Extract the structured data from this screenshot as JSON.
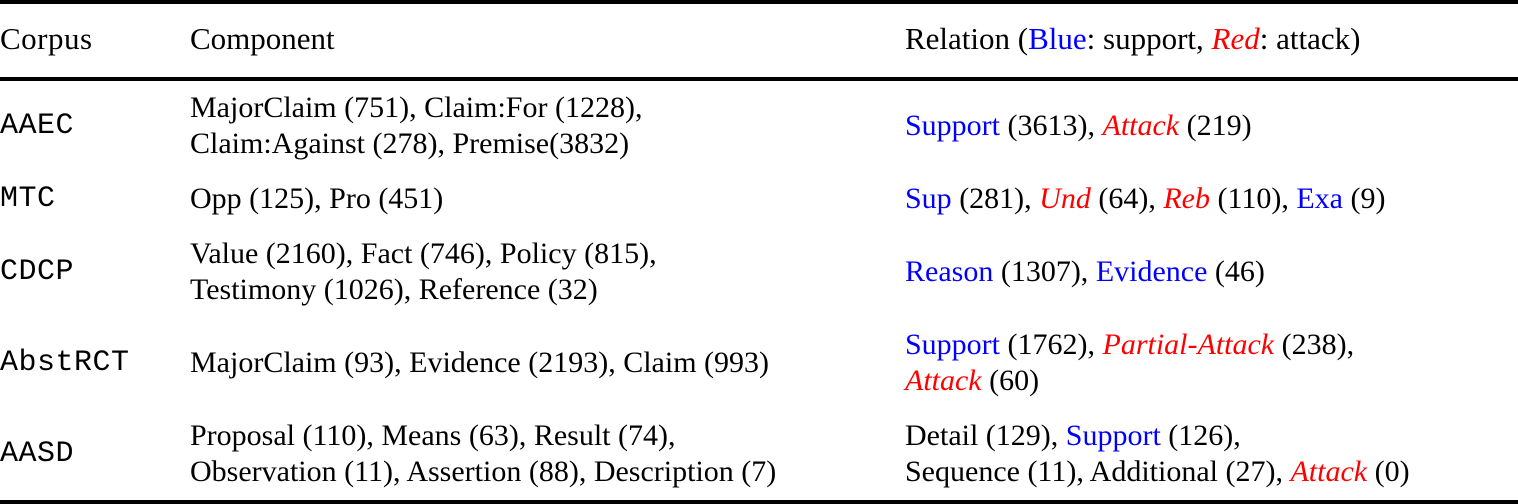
{
  "table": {
    "caption_colors": {
      "support": "#0000FF",
      "attack": "#FF0000"
    },
    "headers": {
      "corpus": "Corpus",
      "component": "Component",
      "relation_prefix": "Relation (",
      "relation_blue": "Blue",
      "relation_mid": ": support, ",
      "relation_red": "Red",
      "relation_suffix": ": attack)"
    },
    "rows": [
      {
        "corpus": "AAEC",
        "component_lines": [
          "MajorClaim (751), Claim:For (1228),",
          "Claim:Against (278), Premise(3832)"
        ],
        "relation_lines": [
          [
            {
              "text": "Support",
              "color": "blue"
            },
            {
              "text": " (3613), ",
              "color": "plain"
            },
            {
              "text": "Attack",
              "color": "red"
            },
            {
              "text": " (219)",
              "color": "plain"
            }
          ]
        ]
      },
      {
        "corpus": "MTC",
        "component_lines": [
          "Opp (125), Pro (451)"
        ],
        "relation_lines": [
          [
            {
              "text": "Sup",
              "color": "blue"
            },
            {
              "text": " (281), ",
              "color": "plain"
            },
            {
              "text": "Und",
              "color": "red"
            },
            {
              "text": " (64), ",
              "color": "plain"
            },
            {
              "text": "Reb",
              "color": "red"
            },
            {
              "text": " (110), ",
              "color": "plain"
            },
            {
              "text": "Exa",
              "color": "blue"
            },
            {
              "text": " (9)",
              "color": "plain"
            }
          ]
        ]
      },
      {
        "corpus": "CDCP",
        "component_lines": [
          "Value (2160), Fact (746), Policy (815),",
          "Testimony (1026), Reference (32)"
        ],
        "relation_lines": [
          [
            {
              "text": "Reason",
              "color": "blue"
            },
            {
              "text": " (1307), ",
              "color": "plain"
            },
            {
              "text": "Evidence",
              "color": "blue"
            },
            {
              "text": " (46)",
              "color": "plain"
            }
          ]
        ]
      },
      {
        "corpus": "AbstRCT",
        "component_lines": [
          "MajorClaim (93), Evidence (2193), Claim (993)"
        ],
        "relation_lines": [
          [
            {
              "text": "Support",
              "color": "blue"
            },
            {
              "text": " (1762), ",
              "color": "plain"
            },
            {
              "text": "Partial-Attack",
              "color": "red"
            },
            {
              "text": " (238),",
              "color": "plain"
            }
          ],
          [
            {
              "text": "Attack",
              "color": "red"
            },
            {
              "text": " (60)",
              "color": "plain"
            }
          ]
        ]
      },
      {
        "corpus": "AASD",
        "component_lines": [
          "Proposal (110), Means (63), Result (74),",
          "Observation (11), Assertion (88), Description (7)"
        ],
        "relation_lines": [
          [
            {
              "text": "Detail (129), ",
              "color": "plain"
            },
            {
              "text": "Support",
              "color": "blue"
            },
            {
              "text": " (126),",
              "color": "plain"
            }
          ],
          [
            {
              "text": "Sequence (11), Additional (27), ",
              "color": "plain"
            },
            {
              "text": "Attack",
              "color": "red"
            },
            {
              "text": " (0)",
              "color": "plain"
            }
          ]
        ]
      }
    ]
  }
}
